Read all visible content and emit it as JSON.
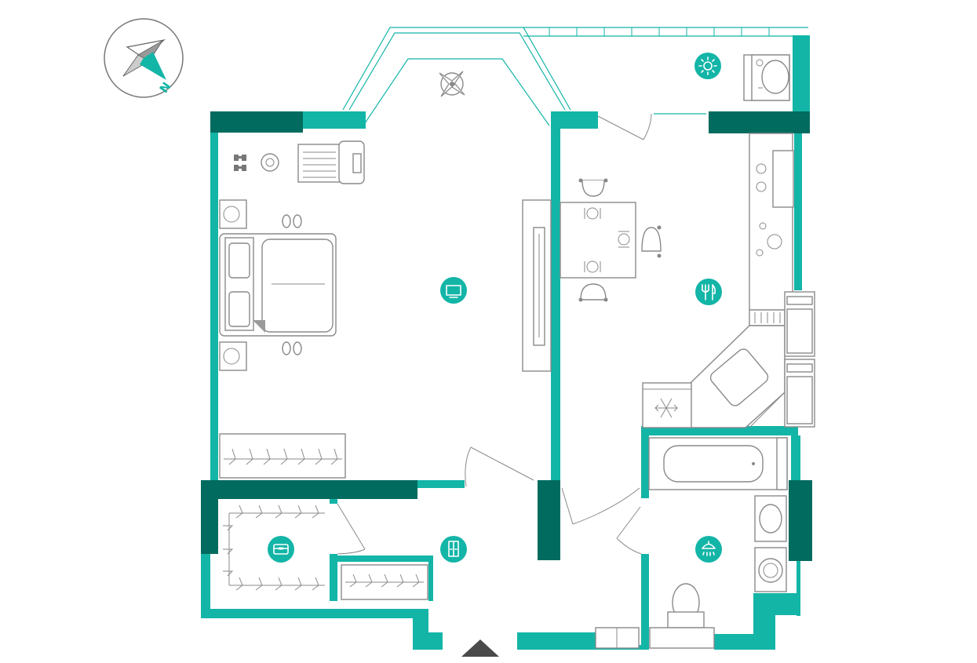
{
  "colors": {
    "wall": "#13b5a7",
    "wall_dark": "#006b5e",
    "furniture": "#8a8a8a",
    "background": "#ffffff",
    "entrance_arrow": "#4a4a4a"
  },
  "compass": {
    "north_letter": "N"
  },
  "room_icons": [
    {
      "room": "living-room",
      "icon": "tv-icon"
    },
    {
      "room": "kitchen",
      "icon": "fork-knife-icon"
    },
    {
      "room": "balcony",
      "icon": "sun-icon"
    },
    {
      "room": "walk-in-closet",
      "icon": "chest-icon"
    },
    {
      "room": "hallway",
      "icon": "wardrobe-icon"
    },
    {
      "room": "bathroom",
      "icon": "shower-icon"
    }
  ]
}
